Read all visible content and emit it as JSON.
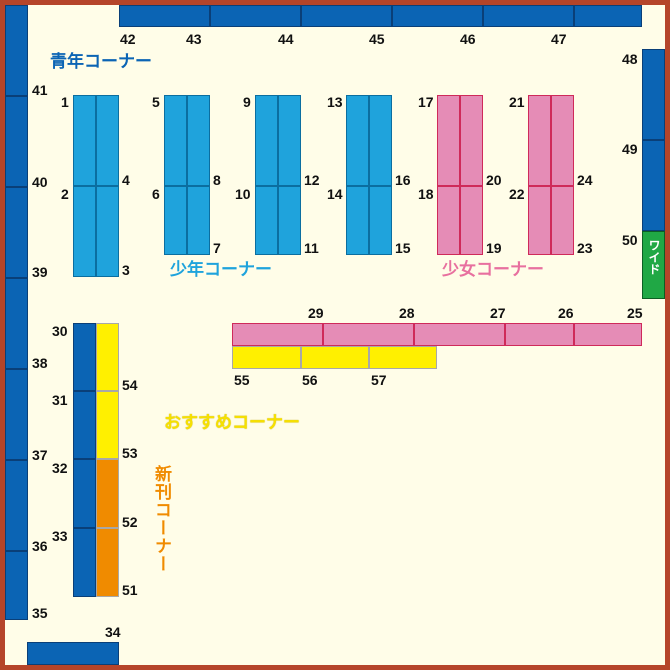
{
  "corners": {
    "seinen": "青年コーナー",
    "shonen": "少年コーナー",
    "shojo": "少女コーナー",
    "osusume": "おすすめコーナー",
    "shinkan": "新刊コーナー"
  },
  "wide_label": "ワイド",
  "shelf_numbers": {
    "n1": "1",
    "n2": "2",
    "n3": "3",
    "n4": "4",
    "n5": "5",
    "n6": "6",
    "n7": "7",
    "n8": "8",
    "n9": "9",
    "n10": "10",
    "n11": "11",
    "n12": "12",
    "n13": "13",
    "n14": "14",
    "n15": "15",
    "n16": "16",
    "n17": "17",
    "n18": "18",
    "n19": "19",
    "n20": "20",
    "n21": "21",
    "n22": "22",
    "n23": "23",
    "n24": "24",
    "n25": "25",
    "n26": "26",
    "n27": "27",
    "n28": "28",
    "n29": "29",
    "n30": "30",
    "n31": "31",
    "n32": "32",
    "n33": "33",
    "n34": "34",
    "n35": "35",
    "n36": "36",
    "n37": "37",
    "n38": "38",
    "n39": "39",
    "n40": "40",
    "n41": "41",
    "n42": "42",
    "n43": "43",
    "n44": "44",
    "n45": "45",
    "n46": "46",
    "n47": "47",
    "n48": "48",
    "n49": "49",
    "n50": "50",
    "n51": "51",
    "n52": "52",
    "n53": "53",
    "n54": "54",
    "n55": "55",
    "n56": "56",
    "n57": "57"
  },
  "colors": {
    "frame": "#b5452a",
    "background": "#fffde8",
    "seinen_blue": "#0b64b4",
    "shonen_cyan": "#1fa3dc",
    "shojo_pink": "#e58cb6",
    "osusume_yellow": "#fff000",
    "shinkan_orange": "#f08b00",
    "wide_green": "#20a845"
  }
}
